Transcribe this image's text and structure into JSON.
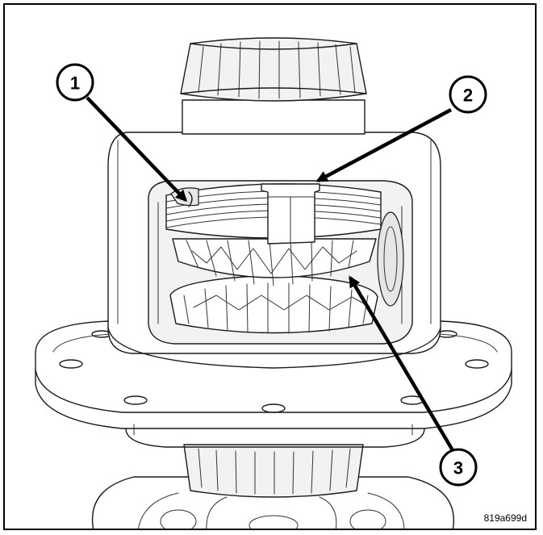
{
  "callouts": [
    {
      "number": "1"
    },
    {
      "number": "2"
    },
    {
      "number": "3"
    }
  ],
  "figure_code": "819a699d"
}
